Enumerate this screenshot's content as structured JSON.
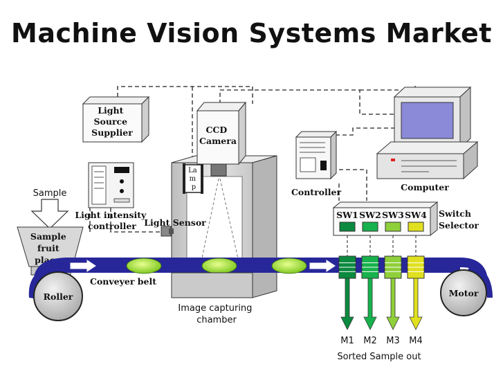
{
  "title": "Machine Vision Systems Market",
  "labels": {
    "light_source_supplier": [
      "Light",
      "Source",
      "Supplier"
    ],
    "ccd_camera": [
      "CCD",
      "Camera"
    ],
    "computer": "Computer",
    "controller": "Controller",
    "sample": "Sample",
    "light_intensity_controller": [
      "Light intensity",
      "controller"
    ],
    "light_sensor": "Light Sensor",
    "lamp": [
      "La",
      "m",
      "p"
    ],
    "switch_selector": [
      "Switch",
      "Selector"
    ],
    "sample_fruit_placer": [
      "Sample",
      "fruit",
      "placer"
    ],
    "roller": "Roller",
    "conveyer_belt": "Conveyer belt",
    "image_capturing_chamber": [
      "Image capturing",
      "chamber"
    ],
    "motor": "Motor",
    "switches": [
      {
        "label": "SW1",
        "color": "#0b8a3f"
      },
      {
        "label": "SW2",
        "color": "#17b24d"
      },
      {
        "label": "SW3",
        "color": "#8fcf3a"
      },
      {
        "label": "SW4",
        "color": "#e0e020"
      }
    ],
    "outputs": [
      {
        "label": "M1",
        "color": "#0b8a3f"
      },
      {
        "label": "M2",
        "color": "#17b24d"
      },
      {
        "label": "M3",
        "color": "#8fcf3a"
      },
      {
        "label": "M4",
        "color": "#e0e020"
      }
    ],
    "sorted_sample_out": "Sorted Sample out"
  },
  "colors": {
    "belt": "#27279a",
    "fruit": "#a8e030",
    "chamber": "#d9d9d9"
  }
}
